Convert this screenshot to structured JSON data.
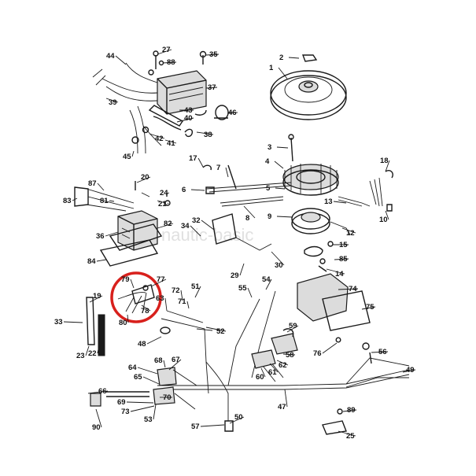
{
  "watermark": "nautic-basic",
  "highlight_color": "#d8201c",
  "line_color": "#1a1a1a",
  "callouts": [
    "1",
    "2",
    "3",
    "4",
    "5",
    "6",
    "7",
    "8",
    "9",
    "10",
    "12",
    "13",
    "14",
    "15",
    "17",
    "18",
    "19",
    "20",
    "21",
    "22",
    "23",
    "24",
    "25",
    "27",
    "29",
    "30",
    "32",
    "33",
    "34",
    "35",
    "36",
    "37",
    "38",
    "39",
    "40",
    "41",
    "42",
    "43",
    "44",
    "45",
    "46",
    "47",
    "48",
    "49",
    "50",
    "51",
    "52",
    "53",
    "54",
    "55",
    "56",
    "57",
    "58",
    "59",
    "60",
    "61",
    "62",
    "63",
    "64",
    "65",
    "66",
    "67",
    "68",
    "69",
    "70",
    "71",
    "72",
    "73",
    "74",
    "75",
    "76",
    "77",
    "78",
    "79",
    "80",
    "81",
    "82",
    "83",
    "84",
    "85",
    "87",
    "88",
    "89",
    "90"
  ]
}
